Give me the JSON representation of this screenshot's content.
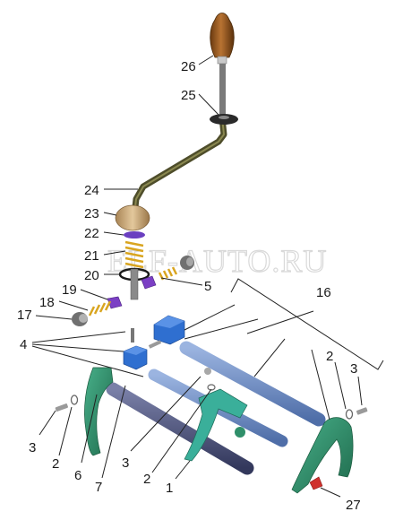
{
  "watermark": "ELF-AUTO.RU",
  "callouts": {
    "p1": "1",
    "p2a": "2",
    "p2b": "2",
    "p2c": "2",
    "p3a": "3",
    "p3b": "3",
    "p3c": "3",
    "p4": "4",
    "p5": "5",
    "p6": "6",
    "p7": "7",
    "p16": "16",
    "p17": "17",
    "p18": "18",
    "p19": "19",
    "p20": "20",
    "p21": "21",
    "p22": "22",
    "p23": "23",
    "p24": "24",
    "p25": "25",
    "p26": "26",
    "p27": "27"
  },
  "colors": {
    "knob": "#9a5a1e",
    "lever": "#6b6a3c",
    "boot_ring": "#c8a77a",
    "purple_part": "#7a3fbf",
    "spring": "#e0b02a",
    "blue_block": "#2f6fd0",
    "rod_light": "#6f8fc8",
    "rod_dark": "#4a4f7a",
    "fork_green": "#2f8f6a",
    "fork_teal": "#3aaf9a",
    "red_part": "#d0312d"
  }
}
